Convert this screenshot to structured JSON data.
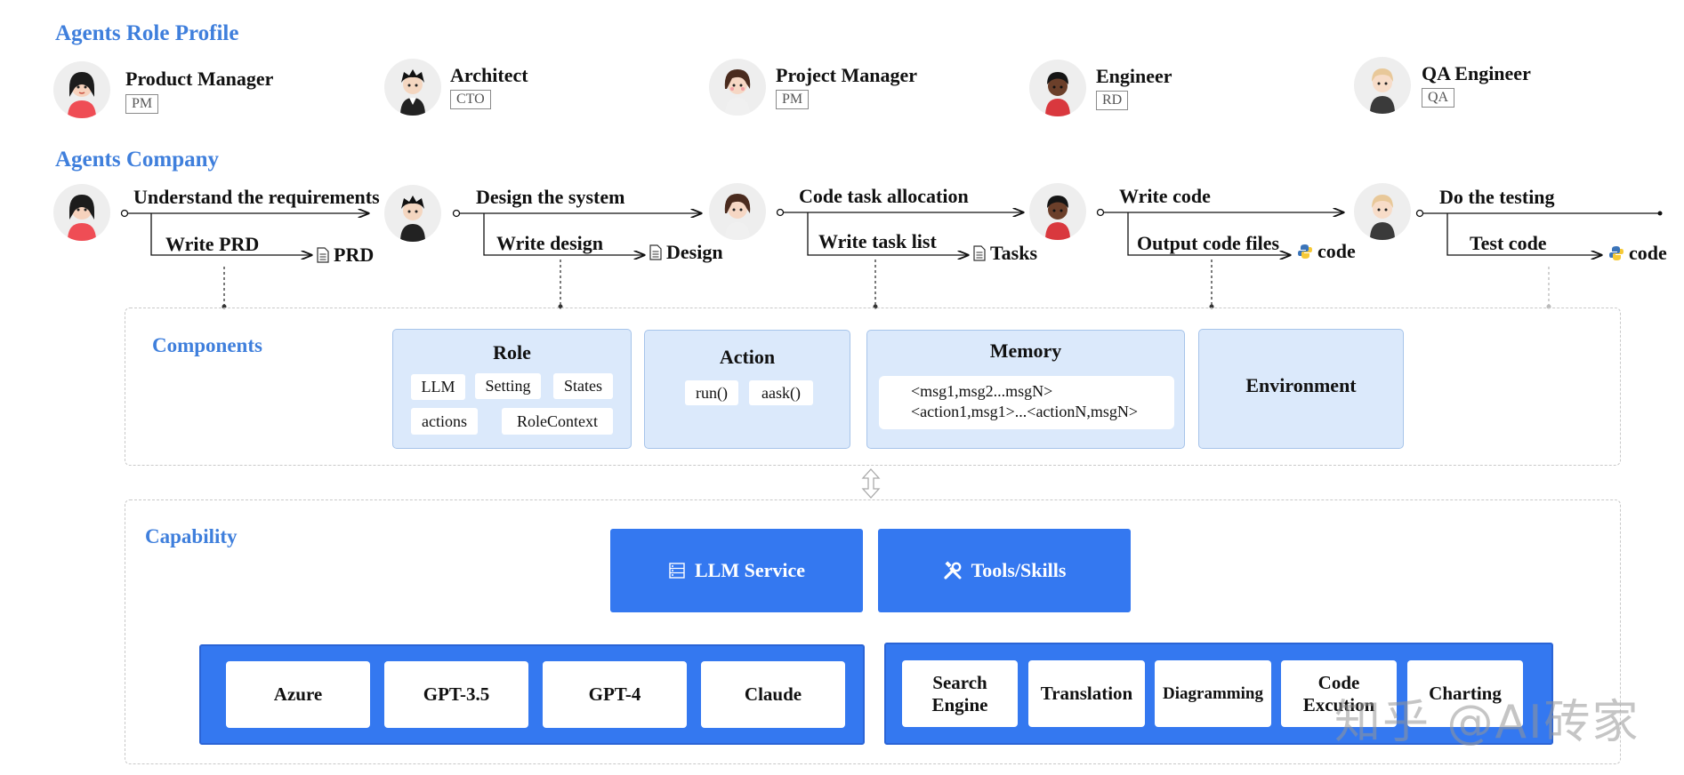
{
  "sections": {
    "role_profile": "Agents Role Profile",
    "company": "Agents Company",
    "components": "Components",
    "capability": "Capability"
  },
  "roles": [
    {
      "name": "Product Manager",
      "badge": "PM"
    },
    {
      "name": "Architect",
      "badge": "CTO"
    },
    {
      "name": "Project Manager",
      "badge": "PM"
    },
    {
      "name": "Engineer",
      "badge": "RD"
    },
    {
      "name": "QA Engineer",
      "badge": "QA"
    }
  ],
  "workflow": [
    {
      "step": "Understand the requirements",
      "sub": "Write PRD",
      "output": "PRD",
      "output_icon": "document-icon"
    },
    {
      "step": "Design the system",
      "sub": "Write design",
      "output": "Design",
      "output_icon": "document-icon"
    },
    {
      "step": "Code task allocation",
      "sub": "Write task list",
      "output": "Tasks",
      "output_icon": "document-icon"
    },
    {
      "step": "Write code",
      "sub": "Output code files",
      "output": "code",
      "output_icon": "python-icon"
    },
    {
      "step": "Do the testing",
      "sub": "Test code",
      "output": "code",
      "output_icon": "python-icon"
    }
  ],
  "components": {
    "role": {
      "title": "Role",
      "chips": [
        "LLM",
        "Setting",
        "States",
        "actions",
        "RoleContext"
      ]
    },
    "action": {
      "title": "Action",
      "chips": [
        "run()",
        "aask()"
      ]
    },
    "memory": {
      "title": "Memory",
      "lines": [
        "<msg1,msg2...msgN>",
        "<action1,msg1>...<actionN,msgN>"
      ]
    },
    "environment": {
      "title": "Environment"
    }
  },
  "capability": {
    "llm_service": "LLM Service",
    "tools_skills": "Tools/Skills",
    "llms": [
      "Azure",
      "GPT-3.5",
      "GPT-4",
      "Claude"
    ],
    "tools": [
      [
        "Search",
        "Engine"
      ],
      [
        "Translation"
      ],
      [
        "Diagramming"
      ],
      [
        "Code",
        "Excution"
      ],
      [
        "Charting"
      ]
    ]
  },
  "watermark": "知乎 @AI砖家",
  "colors": {
    "accent": "#3f7fdc",
    "capability_blue": "#3478f0",
    "component_fill": "#dbe9fb"
  }
}
